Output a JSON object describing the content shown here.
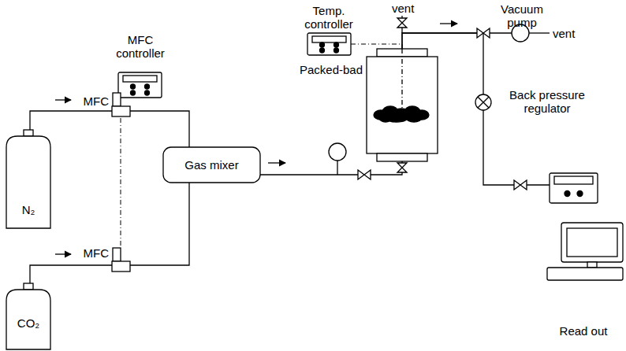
{
  "diagram": {
    "nodes": [
      {
        "text": [
          "MFC controller"
        ]
      },
      {
        "text": [
          "MFC"
        ]
      },
      {
        "text": [
          "N₂"
        ]
      },
      {
        "text": [
          "Gas mixer"
        ]
      },
      {
        "text": [
          "MFC"
        ]
      },
      {
        "text": [
          "CO₂"
        ]
      },
      {
        "text": [
          "Temp. controller"
        ]
      },
      {
        "text": [
          "Packed-bad"
        ]
      },
      {
        "text": [
          "Vacuum pump"
        ]
      },
      {
        "text": [
          "Back pressure regulator"
        ]
      },
      {
        "text": [
          "Read out"
        ]
      }
    ],
    "edges": [
      {
        "from": 2,
        "to": 1,
        "arrow": "none"
      },
      {
        "from": 1,
        "to": 3,
        "arrow": "none"
      },
      {
        "from": 5,
        "to": 4,
        "arrow": "none"
      },
      {
        "from": 4,
        "to": 3,
        "arrow": "none"
      },
      {
        "from": 3,
        "to": 7,
        "arrow": "none"
      },
      {
        "from": 7,
        "to": 8,
        "arrow": "none"
      },
      {
        "from": 7,
        "to": 9,
        "arrow": "none"
      },
      {
        "from": 9,
        "to": 10,
        "arrow": "none"
      },
      {
        "from": 0,
        "to": 1,
        "arrow": "none"
      },
      {
        "from": 1,
        "to": 4,
        "arrow": "none"
      },
      {
        "from": 6,
        "to": 7,
        "arrow": "none"
      }
    ],
    "labels": [
      "vent",
      "vent"
    ]
  }
}
